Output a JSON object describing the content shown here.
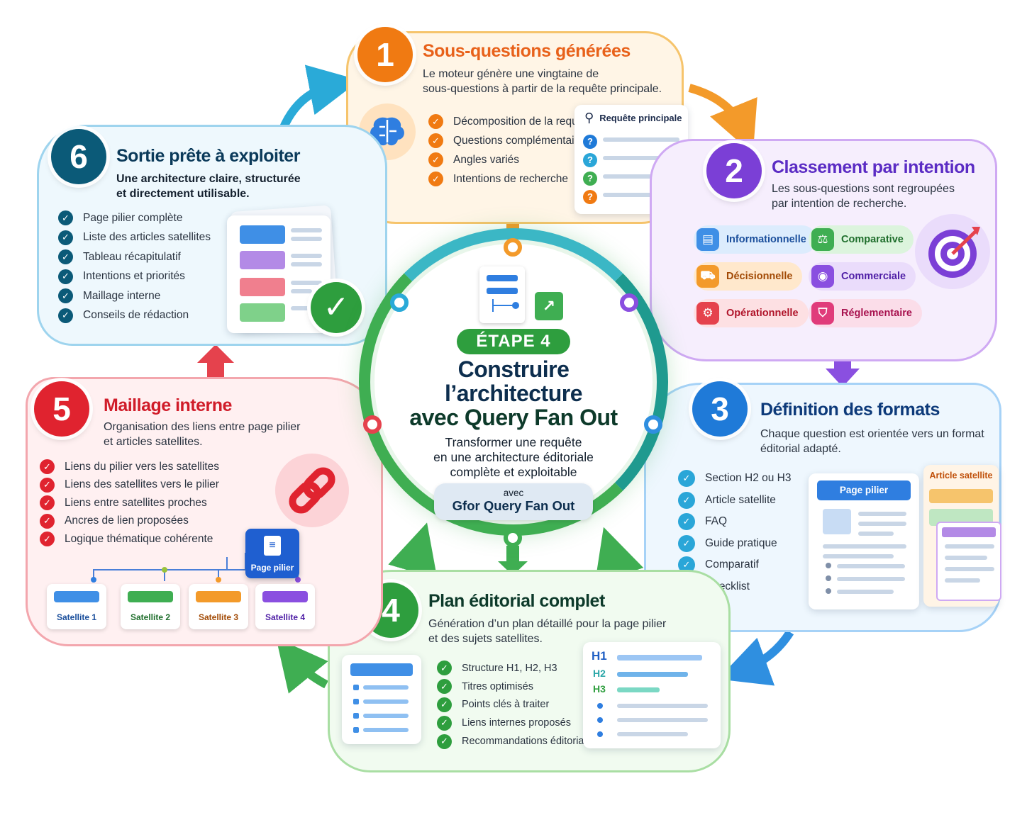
{
  "center": {
    "step_badge": "ÉTAPE 4",
    "title_line1": "Construire",
    "title_line2": "l’architecture",
    "title_line3": "avec Query Fan Out",
    "subtitle_line1": "Transformer une requête",
    "subtitle_line2": "en une architecture éditoriale",
    "subtitle_line3": "complète et exploitable",
    "tool_prefix": "avec",
    "tool_name": "Gfor Query Fan Out"
  },
  "step1": {
    "number": "1",
    "title": "Sous-questions générées",
    "desc_line1": "Le moteur génère une vingtaine de",
    "desc_line2": "sous-questions à partir de la requête principale.",
    "items": [
      "Décomposition de la requête",
      "Questions complémentaires",
      "Angles variés",
      "Intentions de recherche"
    ],
    "card_title": "Requête principale",
    "color": "#f07a12"
  },
  "step2": {
    "number": "2",
    "title": "Classement par intention",
    "desc_line1": "Les sous-questions sont regroupées",
    "desc_line2": "par intention de recherche.",
    "intents": [
      "Informationnelle",
      "Comparative",
      "Décisionnelle",
      "Commerciale",
      "Opérationnelle",
      "Réglementaire"
    ],
    "color": "#7b3fd6"
  },
  "step3": {
    "number": "3",
    "title": "Définition des formats",
    "desc_line1": "Chaque question est orientée vers un format",
    "desc_line2": "éditorial adapté.",
    "items": [
      "Section H2 ou H3",
      "Article satellite",
      "FAQ",
      "Guide pratique",
      "Comparatif",
      "Checklist"
    ],
    "card_pillar": "Page pilier",
    "card_satellite": "Article satellite",
    "color": "#1f7ad8"
  },
  "step4": {
    "number": "4",
    "title": "Plan éditorial complet",
    "desc_line1": "Génération d’un plan détaillé pour la page pilier",
    "desc_line2": "et des sujets satellites.",
    "items": [
      "Structure H1, H2, H3",
      "Titres optimisés",
      "Points clés à traiter",
      "Liens internes proposés",
      "Recommandations éditoriales"
    ],
    "headings": [
      "H1",
      "H2",
      "H3"
    ],
    "color": "#2e9e3e"
  },
  "step5": {
    "number": "5",
    "title": "Maillage interne",
    "desc_line1": "Organisation des liens entre page pilier",
    "desc_line2": "et articles satellites.",
    "items": [
      "Liens du pilier vers les satellites",
      "Liens des satellites vers le pilier",
      "Liens entre satellites proches",
      "Ancres de lien proposées",
      "Logique thématique cohérente"
    ],
    "pillar_label": "Page pilier",
    "satellites": [
      "Satellite 1",
      "Satellite 2",
      "Satellite 3",
      "Satellite 4"
    ],
    "color": "#e0232f"
  },
  "step6": {
    "number": "6",
    "title": "Sortie prête à exploiter",
    "desc_line1": "Une architecture claire, structurée",
    "desc_line2": "et directement utilisable.",
    "items": [
      "Page pilier complète",
      "Liste des articles satellites",
      "Tableau récapitulatif",
      "Intentions et priorités",
      "Maillage interne",
      "Conseils de rédaction"
    ],
    "color": "#0b5a78"
  }
}
